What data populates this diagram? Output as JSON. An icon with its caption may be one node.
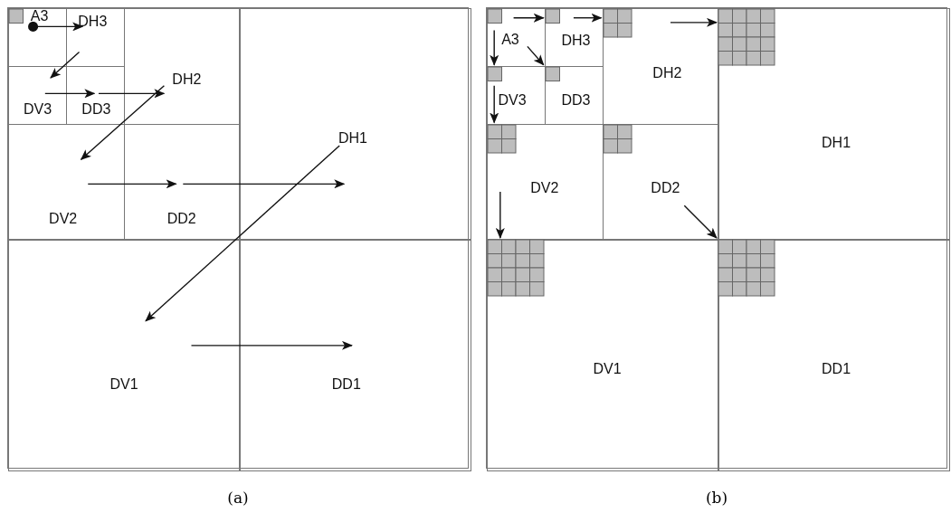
{
  "diagram": {
    "nodes": [
      {
        "text": [],
        "shape": "box",
        "beside": [
          "(a)"
        ]
      },
      {
        "text": [
          "A3"
        ],
        "in": 0
      },
      {
        "text": [
          "DH3"
        ],
        "in": 0
      },
      {
        "text": [
          "DV3"
        ],
        "in": 0
      },
      {
        "text": [
          "DD3"
        ],
        "in": 0
      },
      {
        "text": [
          "DH2"
        ],
        "in": 0
      },
      {
        "text": [
          "DV2"
        ],
        "in": 0
      },
      {
        "text": [
          "DD2"
        ],
        "in": 0
      },
      {
        "text": [
          "DH1"
        ],
        "in": 0
      },
      {
        "text": [
          "DV1"
        ],
        "in": 0
      },
      {
        "text": [
          "DD1"
        ],
        "in": 0
      },
      {
        "text": [],
        "shape": "box",
        "beside": [
          "(b)"
        ]
      },
      {
        "text": [
          "A3"
        ],
        "in": 11
      },
      {
        "text": [
          "DH3"
        ],
        "in": 11
      },
      {
        "text": [
          "DV3"
        ],
        "in": 11
      },
      {
        "text": [
          "DD3"
        ],
        "in": 11
      },
      {
        "text": [
          "DH2"
        ],
        "in": 11
      },
      {
        "text": [
          "DV2"
        ],
        "in": 11
      },
      {
        "text": [
          "DD2"
        ],
        "in": 11
      },
      {
        "text": [
          "DH1"
        ],
        "in": 11
      },
      {
        "text": [
          "DV1"
        ],
        "in": 11
      },
      {
        "text": [
          "DD1"
        ],
        "in": 11
      }
    ],
    "edges": [
      {
        "from": 1,
        "to": 2,
        "arrow": "to"
      },
      {
        "from": 2,
        "to": 3,
        "arrow": "to"
      },
      {
        "from": 3,
        "to": 4,
        "arrow": "to"
      },
      {
        "from": 4,
        "to": 5,
        "arrow": "to"
      },
      {
        "from": 5,
        "to": 6,
        "arrow": "to"
      },
      {
        "from": 6,
        "to": 7,
        "arrow": "to"
      },
      {
        "from": 7,
        "to": 8,
        "arrow": "to"
      },
      {
        "from": 8,
        "to": 9,
        "arrow": "to"
      },
      {
        "from": 9,
        "to": 10,
        "arrow": "to"
      },
      {
        "from": 12,
        "to": 13,
        "arrow": "to"
      },
      {
        "from": 13,
        "to": 16,
        "arrow": "to"
      },
      {
        "from": 16,
        "to": 19,
        "arrow": "to"
      },
      {
        "from": 12,
        "to": 14,
        "arrow": "to"
      },
      {
        "from": 14,
        "to": 17,
        "arrow": "to"
      },
      {
        "from": 17,
        "to": 20,
        "arrow": "to"
      },
      {
        "from": 12,
        "to": 15,
        "arrow": "to"
      },
      {
        "from": 18,
        "to": 21,
        "arrow": "to"
      }
    ]
  }
}
